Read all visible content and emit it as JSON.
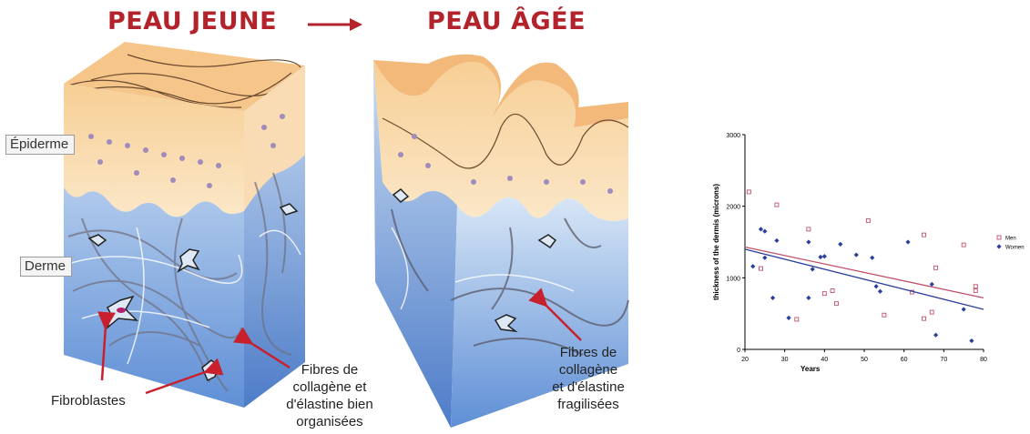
{
  "figure": {
    "title_young": "PEAU JEUNE",
    "title_old": "PEAU ÂGÉE",
    "label_epidermis": "Épiderme",
    "label_dermis": "Derme",
    "label_fibroblasts": "Fibroblastes",
    "label_fibers_young": [
      "Fibres de",
      "collagène et",
      "d'élastine bien",
      "organisées"
    ],
    "label_fibers_old": [
      "Fibres de",
      "collagène",
      "et d'élastine",
      "fragilisées"
    ],
    "colors": {
      "title_red": "#b3232c",
      "skin_surface": "#f3c183",
      "dermis_blue": "#8fb3e3",
      "arrow_red": "#c8202c"
    }
  },
  "chart_data": {
    "type": "scatter",
    "title": "",
    "xlabel": "Years",
    "ylabel": "thickness of the dermis (microns)",
    "xlim": [
      20,
      80
    ],
    "ylim": [
      0,
      3000
    ],
    "xticks": [
      20,
      30,
      40,
      50,
      60,
      70,
      80
    ],
    "yticks": [
      0,
      1000,
      2000,
      3000
    ],
    "legend_position": "right",
    "series": [
      {
        "name": "Men",
        "marker": "square",
        "color": "#c0506a",
        "points": [
          [
            21,
            2200
          ],
          [
            24,
            1130
          ],
          [
            28,
            2020
          ],
          [
            33,
            420
          ],
          [
            36,
            1680
          ],
          [
            40,
            780
          ],
          [
            42,
            820
          ],
          [
            43,
            640
          ],
          [
            51,
            1800
          ],
          [
            55,
            480
          ],
          [
            62,
            800
          ],
          [
            65,
            1600
          ],
          [
            65,
            430
          ],
          [
            67,
            520
          ],
          [
            68,
            1140
          ],
          [
            75,
            1460
          ],
          [
            78,
            820
          ],
          [
            78,
            880
          ]
        ],
        "trend": [
          [
            20,
            1430
          ],
          [
            80,
            720
          ]
        ]
      },
      {
        "name": "Women",
        "marker": "diamond",
        "color": "#2b3f9e",
        "points": [
          [
            22,
            1160
          ],
          [
            24,
            1680
          ],
          [
            25,
            1650
          ],
          [
            25,
            1280
          ],
          [
            27,
            720
          ],
          [
            28,
            1520
          ],
          [
            31,
            440
          ],
          [
            36,
            1500
          ],
          [
            36,
            720
          ],
          [
            37,
            1120
          ],
          [
            39,
            1290
          ],
          [
            40,
            1300
          ],
          [
            44,
            1470
          ],
          [
            48,
            1320
          ],
          [
            52,
            1280
          ],
          [
            53,
            880
          ],
          [
            54,
            810
          ],
          [
            61,
            1500
          ],
          [
            67,
            910
          ],
          [
            68,
            200
          ],
          [
            75,
            560
          ],
          [
            77,
            120
          ]
        ],
        "trend": [
          [
            20,
            1400
          ],
          [
            80,
            560
          ]
        ]
      }
    ]
  }
}
